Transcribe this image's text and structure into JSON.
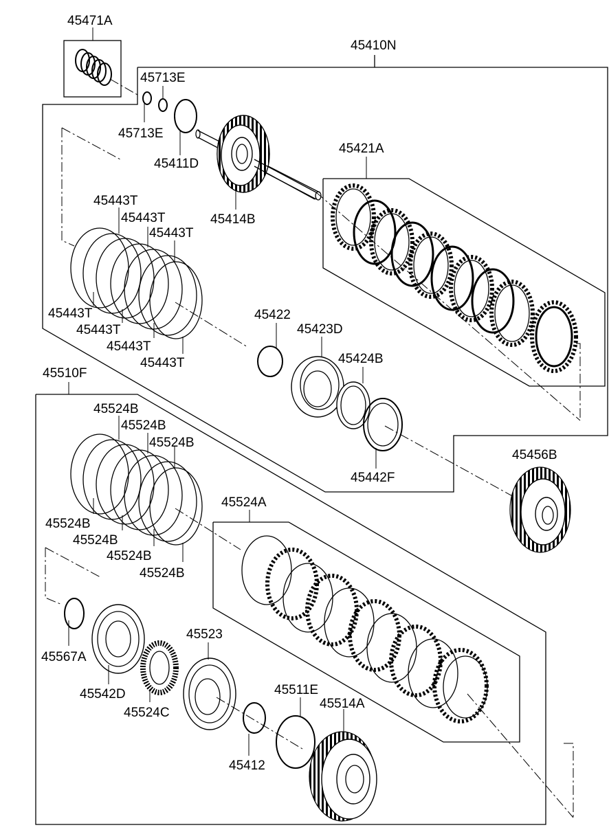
{
  "labels": {
    "spring_assy": "45471A",
    "clutch_assy": "45410N",
    "snap_ring_a": "45713E",
    "snap_ring_b": "45713E",
    "seal_ring": "45411D",
    "shaft_hub": "45414B",
    "plate_set": "45421A",
    "ring_t1": "45443T",
    "ring_t2": "45443T",
    "ring_t3": "45443T",
    "ring_t4": "45443T",
    "ring_t5": "45443T",
    "ring_t6": "45443T",
    "ring_t7": "45443T",
    "snap_ring_c": "45422",
    "piston": "45423D",
    "spring_retainer": "45424B",
    "seal_f": "45442F",
    "hub_456": "45456B",
    "clutch_assy_2": "45510F",
    "ring_b1": "45524B",
    "ring_b2": "45524B",
    "ring_b3": "45524B",
    "ring_b4": "45524B",
    "ring_b5": "45524B",
    "ring_b6": "45524B",
    "ring_b7": "45524B",
    "plate_set_2": "45524A",
    "snap_ring_d": "45567A",
    "piston_2": "45542D",
    "spring_assy_2": "45524C",
    "retainer_2": "45523",
    "seal_2": "45511E",
    "snap_ring_e": "45412",
    "drum": "45514A"
  }
}
